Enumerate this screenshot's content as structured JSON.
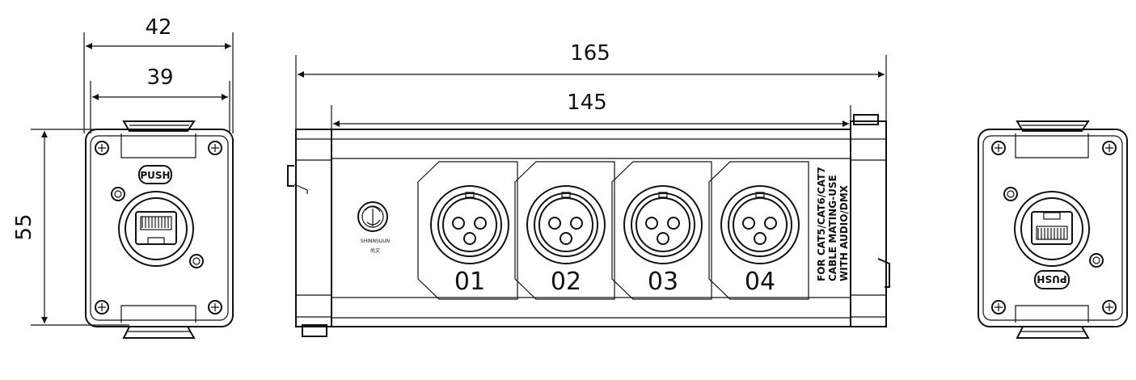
{
  "dimensions": {
    "width_outer": "42",
    "width_inner": "39",
    "height": "55",
    "length_outer": "165",
    "length_inner": "145"
  },
  "labels": {
    "push_front": "PUSH",
    "push_back": "PUSH",
    "brand_name": "SHINNSUUN",
    "brand_cn": "尚文",
    "side_text_1": "FOR CAT5/CAT6/CAT7",
    "side_text_2": "CABLE MATING-USE",
    "side_text_3": "WITH AUDIO/DMX"
  },
  "ports": [
    {
      "label": "01"
    },
    {
      "label": "02"
    },
    {
      "label": "03"
    },
    {
      "label": "04"
    }
  ]
}
